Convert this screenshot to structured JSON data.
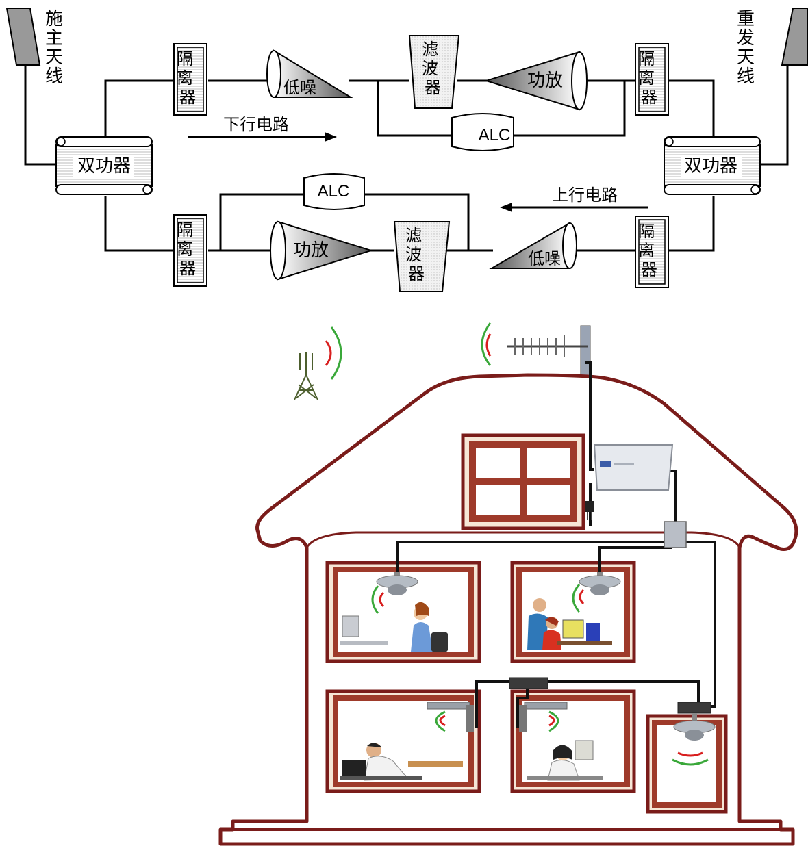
{
  "diagram": {
    "donor_antenna": "施主天线",
    "retransmit_antenna": "重发天线",
    "duplexer": "双功器",
    "isolator": "隔离器",
    "lna": "低噪",
    "pa": "功放",
    "filter": "滤波器",
    "alc": "ALC",
    "downlink": "下行电路",
    "uplink": "上行电路"
  },
  "colors": {
    "house": "#7a1c1a",
    "window_fill": "#f6e6d6",
    "signal_red": "#d81e1e",
    "signal_green": "#3aa83a",
    "wire": "#111111"
  },
  "icons": [
    "cell-tower-icon",
    "yagi-antenna-icon",
    "repeater-unit-icon",
    "power-plug-icon",
    "power-splitter-icon",
    "ceiling-antenna-icon",
    "panel-antenna-icon",
    "office-worker-illustration"
  ]
}
